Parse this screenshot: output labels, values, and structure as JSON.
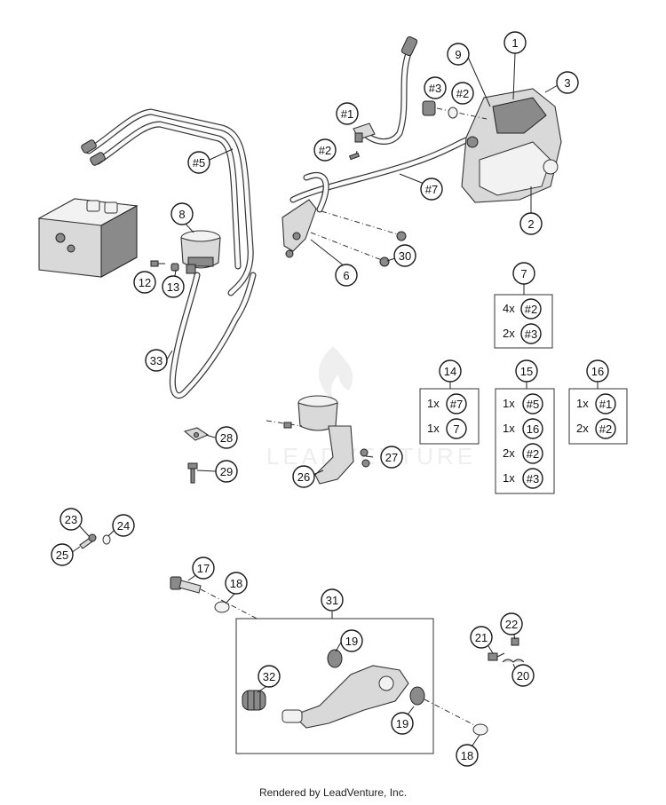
{
  "footer": "Rendered by LeadVenture, Inc.",
  "watermark": "LEADVENTURE",
  "callouts": [
    "1",
    "2",
    "3",
    "6",
    "7",
    "8",
    "9",
    "12",
    "13",
    "14",
    "15",
    "16",
    "17",
    "18",
    "19",
    "20",
    "21",
    "22",
    "23",
    "24",
    "25",
    "26",
    "27",
    "28",
    "29",
    "30",
    "31",
    "32",
    "33"
  ],
  "refs": {
    "r1": "#1",
    "r2": "#2",
    "r3": "#3",
    "r5": "#5",
    "r7": "#7"
  },
  "kits": [
    {
      "id": "7",
      "items": [
        {
          "qty": "4x",
          "ref": "#2"
        },
        {
          "qty": "2x",
          "ref": "#3"
        }
      ]
    },
    {
      "id": "14",
      "items": [
        {
          "qty": "1x",
          "ref": "#7"
        },
        {
          "qty": "1x",
          "ref": "7"
        }
      ]
    },
    {
      "id": "15",
      "items": [
        {
          "qty": "1x",
          "ref": "#5"
        },
        {
          "qty": "1x",
          "ref": "16"
        },
        {
          "qty": "2x",
          "ref": "#2"
        },
        {
          "qty": "1x",
          "ref": "#3"
        }
      ]
    },
    {
      "id": "16",
      "items": [
        {
          "qty": "1x",
          "ref": "#1"
        },
        {
          "qty": "2x",
          "ref": "#2"
        }
      ]
    }
  ]
}
